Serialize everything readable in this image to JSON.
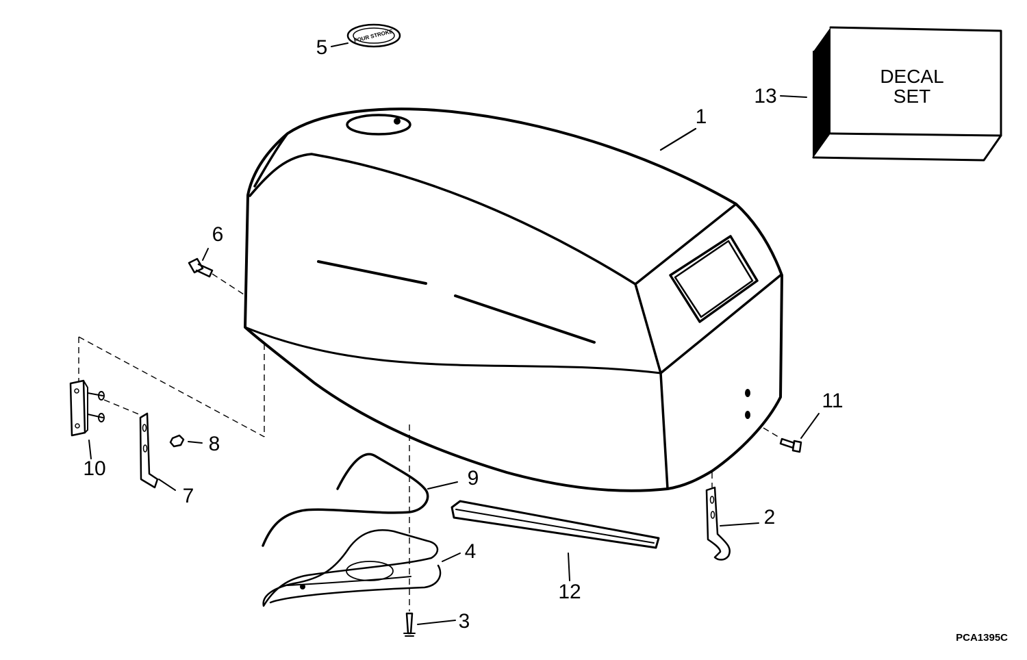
{
  "callouts": [
    "1",
    "2",
    "3",
    "4",
    "5",
    "6",
    "7",
    "8",
    "9",
    "10",
    "11",
    "12",
    "13"
  ],
  "decal_box": {
    "line1": "DECAL",
    "line2": "SET"
  },
  "drawing_code": "PCA1395C",
  "emblem_text": "FOUR STROKE"
}
